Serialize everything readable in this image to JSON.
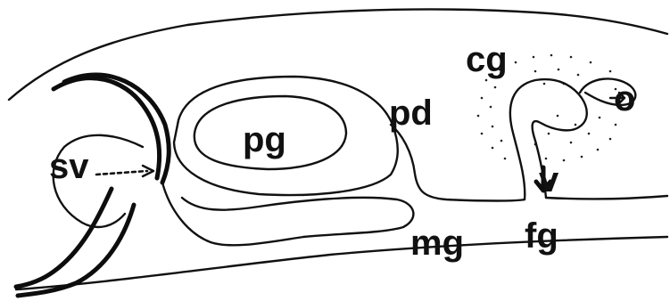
{
  "labels": {
    "sv": "sv",
    "pg": "pg",
    "pd": "pd",
    "cg": "cg",
    "o": "o",
    "v": "v",
    "fg": "fg",
    "mg": "mg"
  },
  "colors": {
    "line": "#111111",
    "background": "#ffffff"
  }
}
